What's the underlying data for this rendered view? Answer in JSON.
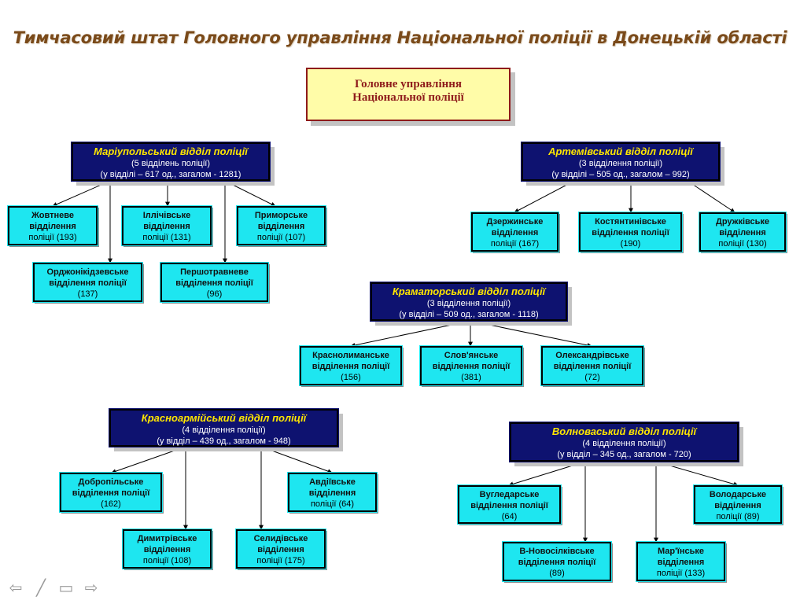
{
  "title": "Тимчасовий штат Головного управління Національної поліції в Донецькій області",
  "hq": {
    "line1": "Головне управління",
    "line2": "Національної поліції"
  },
  "departments": [
    {
      "id": "mariupol",
      "name": "Маріупольський відділ поліції",
      "line2": "(5 відділень поліції)",
      "line3": "(у відділі – 617 од., загалом - 1281)",
      "units": [
        {
          "name": "Жовтневе відділення",
          "count": "поліції (193)"
        },
        {
          "name": "Іллічівське відділення",
          "count": "поліції (131)"
        },
        {
          "name": "Приморське відділення",
          "count": "поліції (107)"
        },
        {
          "name": "Орджонікідзевське відділення поліції",
          "count": "(137)"
        },
        {
          "name": "Першотравневе відділення поліції",
          "count": "(96)"
        }
      ]
    },
    {
      "id": "artemivsk",
      "name": "Артемівський відділ поліції",
      "line2": "(3 відділення поліції)",
      "line3": "(у відділі – 505 од., загалом – 992)",
      "units": [
        {
          "name": "Дзержинське відділення",
          "count": "поліції (167)"
        },
        {
          "name": "Костянтинівське відділення поліції",
          "count": "(190)"
        },
        {
          "name": "Дружківське відділення",
          "count": "поліції (130)"
        }
      ]
    },
    {
      "id": "kramatorsk",
      "name": "Краматорський відділ поліції",
      "line2": "(3 відділення поліції)",
      "line3": "(у відділі – 509 од., загалом - 1118)",
      "units": [
        {
          "name": "Краснолиманське відділення поліції",
          "count": "(156)"
        },
        {
          "name": "Слов'янське відділення поліції",
          "count": "(381)"
        },
        {
          "name": "Олександрівське відділення поліції",
          "count": "(72)"
        }
      ]
    },
    {
      "id": "krasnoarmiysk",
      "name": "Красноармійський відділ поліції",
      "line2": "(4 відділення поліції)",
      "line3": "(у відділ – 439 од., загалом - 948)",
      "units": [
        {
          "name": "Добропільське відділення поліції",
          "count": "(162)"
        },
        {
          "name": "Авдіївське відділення",
          "count": "поліції (64)"
        },
        {
          "name": "Димитрівське відділення",
          "count": "поліції (108)"
        },
        {
          "name": "Селидівське відділення",
          "count": "поліції (175)"
        }
      ]
    },
    {
      "id": "volnovakha",
      "name": "Волноваський відділ поліції",
      "line2": "(4 відділення поліції)",
      "line3": "(у відділ – 345 од., загалом - 720)",
      "units": [
        {
          "name": "Вугледарське відділення поліції",
          "count": "(64)"
        },
        {
          "name": "Володарське відділення",
          "count": "поліції (89)"
        },
        {
          "name": "В-Новосілківське відділення поліції",
          "count": "(89)"
        },
        {
          "name": "Мар'їнське відділення",
          "count": "поліції (133)"
        }
      ]
    }
  ],
  "nav_icons": [
    "arrow-left-icon",
    "pen-icon",
    "menu-icon",
    "arrow-right-icon"
  ]
}
